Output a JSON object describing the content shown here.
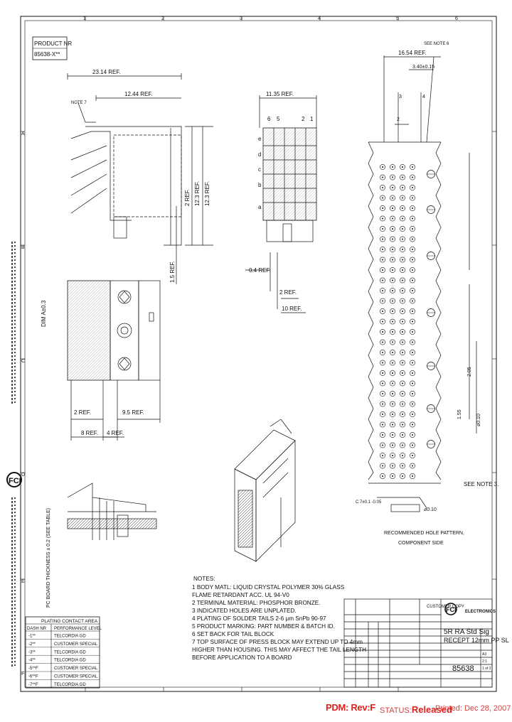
{
  "product": {
    "label": "PRODUCT NR",
    "number": "85638-X**"
  },
  "dimensions": {
    "d1": "23.14 REF.",
    "d2": "12.44 REF.",
    "d3": "11.35 REF.",
    "d4": "16.54 REF.",
    "d5": "3.40±0.15",
    "d6": "2 REF.",
    "d7": "12.3 REF.",
    "d8": "1.5 REF.",
    "d9": "0.4 REF.",
    "d10": "2 REF.",
    "d11": "10 REF.",
    "d12": "2 REF.",
    "d13": "8 REF.",
    "d14": "4 REF.",
    "d15": "9.5 REF.",
    "dim_a": "DIM A±0.3",
    "pcb": "PC BOARD THICKNESS ± 0.2 (SEE TABLE)",
    "tol1": "C.7±0.1 -0.05",
    "tol2": "⌀0.10",
    "hole": "1.55",
    "hole2": "2.05",
    "tol3": "⌀0.10"
  },
  "labels": {
    "note7": "NOTE 7",
    "see_note6": "SEE NOTE 6",
    "see_note3": "SEE NOTE 3.",
    "hole_pattern_1": "RECOMMENDED HOLE PATTERN,",
    "hole_pattern_2": "COMPONENT SIDE",
    "rows": [
      "e",
      "d",
      "c",
      "b",
      "a"
    ],
    "cols": [
      "6",
      "5",
      "2",
      "1"
    ],
    "col_ref": [
      "3",
      "2",
      "4"
    ]
  },
  "notes": {
    "title": "NOTES:",
    "items": [
      "1 BODY MATL: LIQUID CRYSTAL POLYMER 30% GLASS",
      "  FLAME RETARDANT ACC. UL 94-V0",
      "2 TERMINAL MATERIAL: PHOSPHOR BRONZE.",
      "3 INDICATED HOLES ARE UNPLATED.",
      "4 PLATING OF SOLDER TAILS 2-6 μm SnPb 90-97",
      "5 PRODUCT MARKING: PART NUMBER & BATCH ID.",
      "6 SET BACK FOR TAIL BLOCK",
      "7 TOP SURFACE OF PRESS BLOCK MAY EXTEND UP TO 4mm",
      "  HIGHER THAN HOUSING. THIS MAY AFFECT THE TAIL LENGTH",
      "  BEFORE APPLICATION TO A BOARD"
    ]
  },
  "plating_table": {
    "title": "PLATING CONTACT AREA",
    "headers": [
      "DASH NR",
      "PERFORMANCE LEVEL"
    ],
    "rows": [
      [
        "-1**",
        "TELCORDIA GD"
      ],
      [
        "-2**",
        "CUSTOMER SPECIAL"
      ],
      [
        "-3**",
        "TELCORDIA GD"
      ],
      [
        "-4**",
        "TELCORDIA GD"
      ],
      [
        "-5**F",
        "CUSTOMER SPECIAL"
      ],
      [
        "-6**F",
        "CUSTOMER SPECIAL"
      ],
      [
        "-7**F",
        "TELCORDIA GD"
      ]
    ]
  },
  "title_block": {
    "company": "ELECTRONICS",
    "title_line1": "5R RA Std Sig",
    "title_line2": "RECEPT 12mm PP SL",
    "doc_number": "85638",
    "customer": "CUSTOMER COPY",
    "sheet": "1 of 2",
    "size": "A3",
    "scale": "2:1"
  },
  "footer": {
    "pdm": "PDM: Rev:F",
    "status_label": "STATUS:",
    "status_value": "Released",
    "printed": "Printed: Dec 28, 2007"
  },
  "border": {
    "top_cols": [
      "1",
      "2",
      "3",
      "4",
      "5",
      "6"
    ],
    "side_rows": [
      "A",
      "B",
      "C",
      "D",
      "E",
      "F"
    ]
  }
}
